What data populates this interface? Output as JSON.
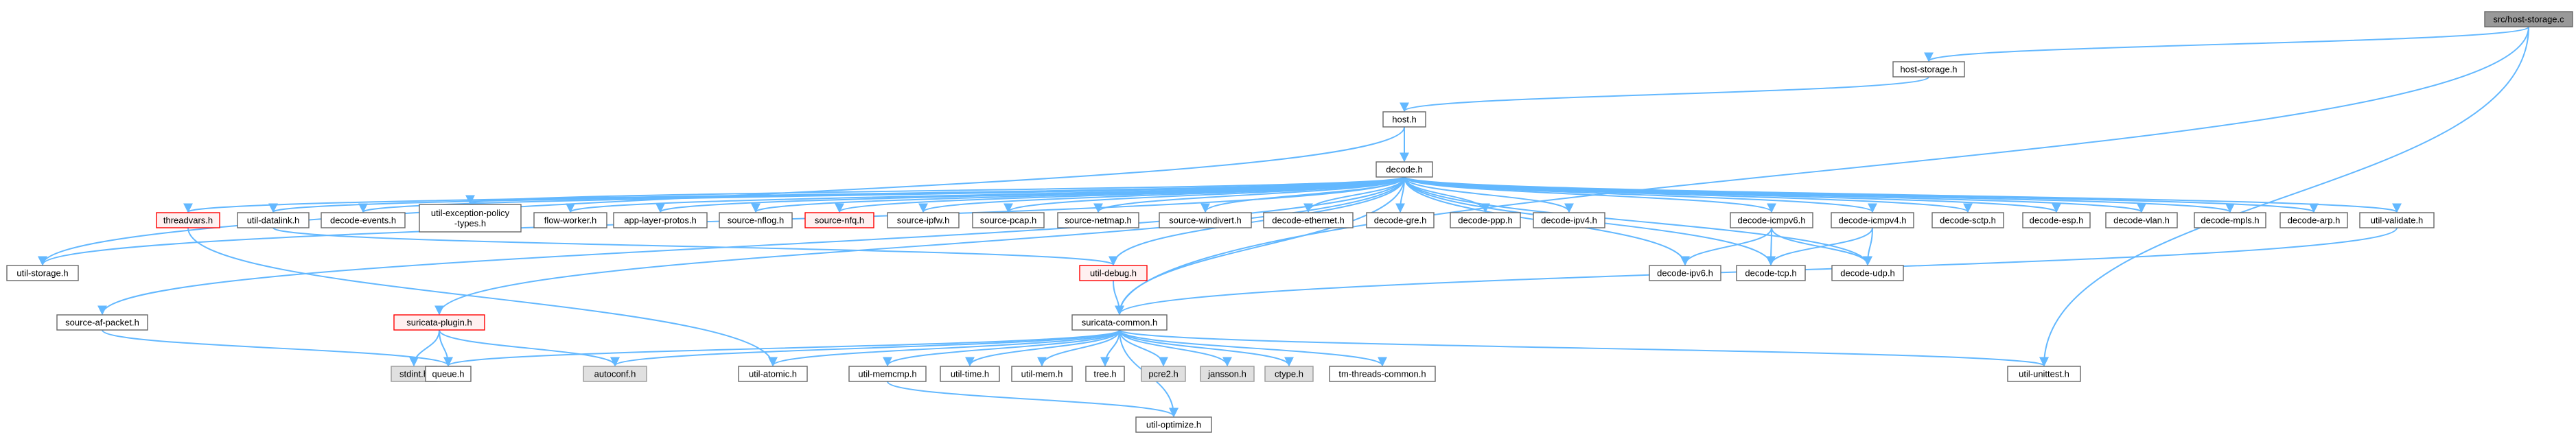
{
  "colors": {
    "edge": "#63b8ff",
    "node_fill": "#ffffff",
    "node_border": "#666666",
    "current_fill": "#999999",
    "current_border": "#666666",
    "missing_fill": "#e0e0e0",
    "missing_border": "#999999",
    "red_fill": "#fff0f0",
    "red_border": "#ff0000"
  },
  "nodes": [
    {
      "id": "src-host-storage-c",
      "label": "src/host-storage.c",
      "kind": "current"
    },
    {
      "id": "host-storage-h",
      "label": "host-storage.h",
      "kind": "normal"
    },
    {
      "id": "host-h",
      "label": "host.h",
      "kind": "normal"
    },
    {
      "id": "decode-h",
      "label": "decode.h",
      "kind": "normal"
    },
    {
      "id": "util-storage-h",
      "label": "util-storage.h",
      "kind": "normal"
    },
    {
      "id": "source-af-packet-h",
      "label": "source-af-packet.h",
      "kind": "normal"
    },
    {
      "id": "threadvars-h",
      "label": "threadvars.h",
      "kind": "red"
    },
    {
      "id": "util-datalink-h",
      "label": "util-datalink.h",
      "kind": "normal"
    },
    {
      "id": "decode-events-h",
      "label": "decode-events.h",
      "kind": "normal"
    },
    {
      "id": "util-exception-policy-types-h",
      "label": "util-exception-policy\n-types.h",
      "kind": "normal"
    },
    {
      "id": "flow-worker-h",
      "label": "flow-worker.h",
      "kind": "normal"
    },
    {
      "id": "app-layer-protos-h",
      "label": "app-layer-protos.h",
      "kind": "normal"
    },
    {
      "id": "source-nflog-h",
      "label": "source-nflog.h",
      "kind": "normal"
    },
    {
      "id": "source-nfq-h",
      "label": "source-nfq.h",
      "kind": "red"
    },
    {
      "id": "source-ipfw-h",
      "label": "source-ipfw.h",
      "kind": "normal"
    },
    {
      "id": "source-pcap-h",
      "label": "source-pcap.h",
      "kind": "normal"
    },
    {
      "id": "source-netmap-h",
      "label": "source-netmap.h",
      "kind": "normal"
    },
    {
      "id": "source-windivert-h",
      "label": "source-windivert.h",
      "kind": "normal"
    },
    {
      "id": "decode-ethernet-h",
      "label": "decode-ethernet.h",
      "kind": "normal"
    },
    {
      "id": "decode-gre-h",
      "label": "decode-gre.h",
      "kind": "normal"
    },
    {
      "id": "decode-ppp-h",
      "label": "decode-ppp.h",
      "kind": "normal"
    },
    {
      "id": "decode-ipv4-h",
      "label": "decode-ipv4.h",
      "kind": "normal"
    },
    {
      "id": "decode-icmpv6-h",
      "label": "decode-icmpv6.h",
      "kind": "normal"
    },
    {
      "id": "decode-icmpv4-h",
      "label": "decode-icmpv4.h",
      "kind": "normal"
    },
    {
      "id": "decode-sctp-h",
      "label": "decode-sctp.h",
      "kind": "normal"
    },
    {
      "id": "decode-esp-h",
      "label": "decode-esp.h",
      "kind": "normal"
    },
    {
      "id": "decode-vlan-h",
      "label": "decode-vlan.h",
      "kind": "normal"
    },
    {
      "id": "decode-mpls-h",
      "label": "decode-mpls.h",
      "kind": "normal"
    },
    {
      "id": "decode-arp-h",
      "label": "decode-arp.h",
      "kind": "normal"
    },
    {
      "id": "util-validate-h",
      "label": "util-validate.h",
      "kind": "normal"
    },
    {
      "id": "util-debug-h",
      "label": "util-debug.h",
      "kind": "red"
    },
    {
      "id": "decode-ipv6-h",
      "label": "decode-ipv6.h",
      "kind": "normal"
    },
    {
      "id": "decode-tcp-h",
      "label": "decode-tcp.h",
      "kind": "normal"
    },
    {
      "id": "decode-udp-h",
      "label": "decode-udp.h",
      "kind": "normal"
    },
    {
      "id": "suricata-common-h",
      "label": "suricata-common.h",
      "kind": "normal"
    },
    {
      "id": "suricata-plugin-h",
      "label": "suricata-plugin.h",
      "kind": "red"
    },
    {
      "id": "stdint-h",
      "label": "stdint.h",
      "kind": "missing"
    },
    {
      "id": "queue-h",
      "label": "queue.h",
      "kind": "normal"
    },
    {
      "id": "autoconf-h",
      "label": "autoconf.h",
      "kind": "missing"
    },
    {
      "id": "util-atomic-h",
      "label": "util-atomic.h",
      "kind": "normal"
    },
    {
      "id": "util-memcmp-h",
      "label": "util-memcmp.h",
      "kind": "normal"
    },
    {
      "id": "util-time-h",
      "label": "util-time.h",
      "kind": "normal"
    },
    {
      "id": "util-mem-h",
      "label": "util-mem.h",
      "kind": "normal"
    },
    {
      "id": "tree-h",
      "label": "tree.h",
      "kind": "normal"
    },
    {
      "id": "pcre2-h",
      "label": "pcre2.h",
      "kind": "missing"
    },
    {
      "id": "jansson-h",
      "label": "jansson.h",
      "kind": "missing"
    },
    {
      "id": "ctype-h",
      "label": "ctype.h",
      "kind": "missing"
    },
    {
      "id": "tm-threads-common-h",
      "label": "tm-threads-common.h",
      "kind": "normal"
    },
    {
      "id": "util-unittest-h",
      "label": "util-unittest.h",
      "kind": "normal"
    },
    {
      "id": "util-optimize-h",
      "label": "util-optimize.h",
      "kind": "normal"
    }
  ],
  "edges": [
    [
      "src-host-storage-c",
      "host-storage-h"
    ],
    [
      "src-host-storage-c",
      "suricata-common-h"
    ],
    [
      "src-host-storage-c",
      "util-unittest-h"
    ],
    [
      "host-storage-h",
      "host-h"
    ],
    [
      "host-h",
      "decode-h"
    ],
    [
      "host-h",
      "util-storage-h"
    ],
    [
      "decode-h",
      "util-storage-h"
    ],
    [
      "decode-h",
      "source-af-packet-h"
    ],
    [
      "decode-h",
      "threadvars-h"
    ],
    [
      "decode-h",
      "util-datalink-h"
    ],
    [
      "decode-h",
      "decode-events-h"
    ],
    [
      "decode-h",
      "util-exception-policy-types-h"
    ],
    [
      "decode-h",
      "flow-worker-h"
    ],
    [
      "decode-h",
      "app-layer-protos-h"
    ],
    [
      "decode-h",
      "source-nflog-h"
    ],
    [
      "decode-h",
      "source-nfq-h"
    ],
    [
      "decode-h",
      "source-ipfw-h"
    ],
    [
      "decode-h",
      "source-pcap-h"
    ],
    [
      "decode-h",
      "source-netmap-h"
    ],
    [
      "decode-h",
      "source-windivert-h"
    ],
    [
      "decode-h",
      "decode-ethernet-h"
    ],
    [
      "decode-h",
      "decode-gre-h"
    ],
    [
      "decode-h",
      "decode-ppp-h"
    ],
    [
      "decode-h",
      "decode-ipv4-h"
    ],
    [
      "decode-h",
      "decode-icmpv6-h"
    ],
    [
      "decode-h",
      "decode-icmpv4-h"
    ],
    [
      "decode-h",
      "decode-sctp-h"
    ],
    [
      "decode-h",
      "decode-esp-h"
    ],
    [
      "decode-h",
      "decode-vlan-h"
    ],
    [
      "decode-h",
      "decode-mpls-h"
    ],
    [
      "decode-h",
      "decode-arp-h"
    ],
    [
      "decode-h",
      "util-validate-h"
    ],
    [
      "decode-h",
      "util-debug-h"
    ],
    [
      "decode-h",
      "decode-ipv6-h"
    ],
    [
      "decode-h",
      "decode-tcp-h"
    ],
    [
      "decode-h",
      "decode-udp-h"
    ],
    [
      "decode-h",
      "suricata-common-h"
    ],
    [
      "decode-h",
      "suricata-plugin-h"
    ],
    [
      "threadvars-h",
      "util-atomic-h"
    ],
    [
      "util-datalink-h",
      "util-debug-h"
    ],
    [
      "decode-icmpv6-h",
      "decode-ipv6-h"
    ],
    [
      "decode-icmpv6-h",
      "decode-tcp-h"
    ],
    [
      "decode-icmpv6-h",
      "decode-udp-h"
    ],
    [
      "decode-icmpv4-h",
      "decode-tcp-h"
    ],
    [
      "decode-icmpv4-h",
      "decode-udp-h"
    ],
    [
      "util-validate-h",
      "suricata-common-h"
    ],
    [
      "util-debug-h",
      "suricata-common-h"
    ],
    [
      "source-af-packet-h",
      "queue-h"
    ],
    [
      "suricata-plugin-h",
      "stdint-h"
    ],
    [
      "suricata-plugin-h",
      "queue-h"
    ],
    [
      "suricata-plugin-h",
      "autoconf-h"
    ],
    [
      "suricata-common-h",
      "queue-h"
    ],
    [
      "suricata-common-h",
      "autoconf-h"
    ],
    [
      "suricata-common-h",
      "util-atomic-h"
    ],
    [
      "suricata-common-h",
      "util-memcmp-h"
    ],
    [
      "suricata-common-h",
      "util-time-h"
    ],
    [
      "suricata-common-h",
      "util-mem-h"
    ],
    [
      "suricata-common-h",
      "tree-h"
    ],
    [
      "suricata-common-h",
      "pcre2-h"
    ],
    [
      "suricata-common-h",
      "jansson-h"
    ],
    [
      "suricata-common-h",
      "ctype-h"
    ],
    [
      "suricata-common-h",
      "tm-threads-common-h"
    ],
    [
      "suricata-common-h",
      "util-unittest-h"
    ],
    [
      "suricata-common-h",
      "util-optimize-h"
    ],
    [
      "util-memcmp-h",
      "util-optimize-h"
    ]
  ]
}
